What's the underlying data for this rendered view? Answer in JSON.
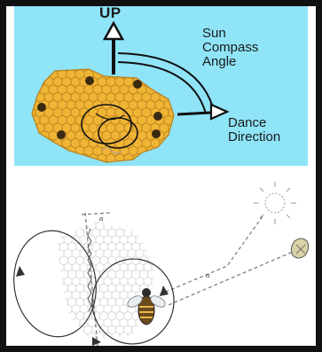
{
  "top_diagram": {
    "up_label": "UP",
    "sun_compass_angle_label": [
      "Sun",
      "Compass",
      "Angle"
    ],
    "dance_direction_label": [
      "Dance",
      "Direction"
    ]
  },
  "bottom_diagram": {
    "angle_marks": [
      "α",
      "α"
    ]
  },
  "colors": {
    "frame": "#111111",
    "sky_panel": "#8fe4f7",
    "honeycomb": "#f0b535",
    "arrows": "#111111"
  }
}
